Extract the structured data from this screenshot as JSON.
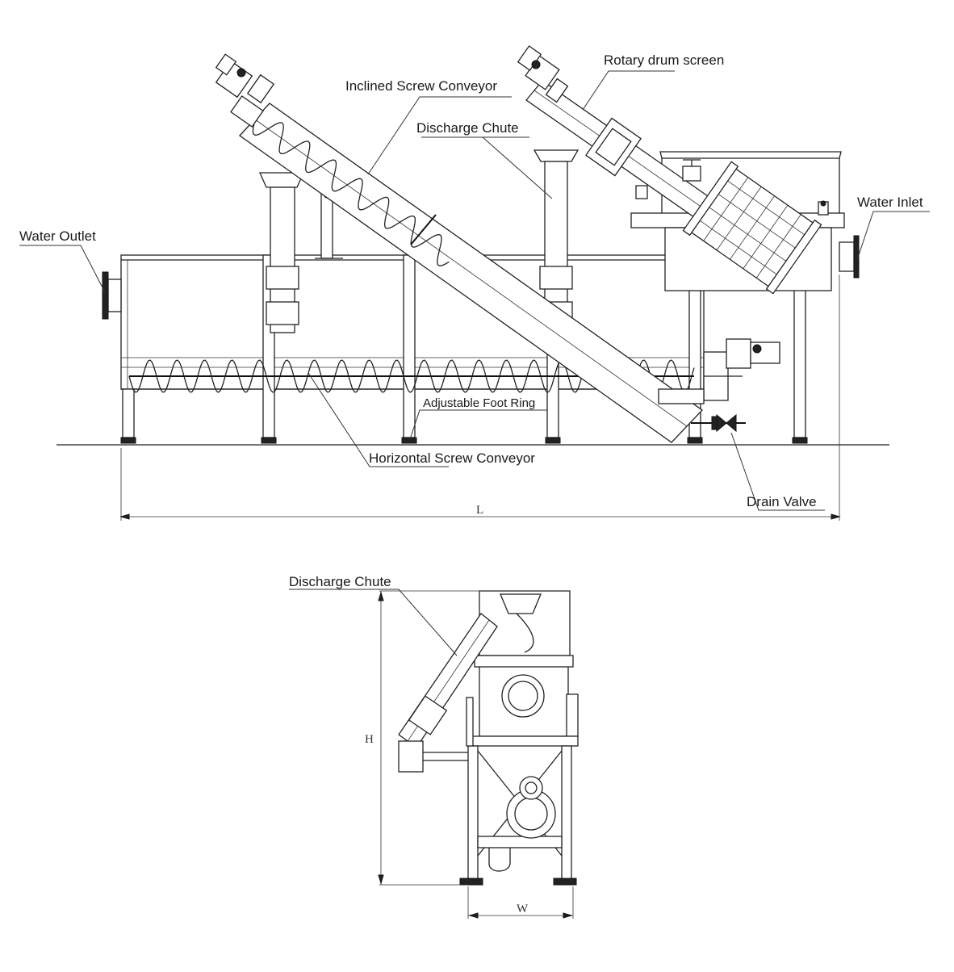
{
  "labels": {
    "rotary_drum_screen": "Rotary drum screen",
    "inclined_screw_conveyor": "Inclined Screw Conveyor",
    "discharge_chute_top": "Discharge Chute",
    "water_inlet": "Water Inlet",
    "water_outlet": "Water Outlet",
    "adjustable_foot_ring": "Adjustable Foot Ring",
    "horizontal_screw_conveyor": "Horizontal Screw Conveyor",
    "drain_valve": "Drain Valve",
    "discharge_chute_bottom": "Discharge Chute"
  },
  "dimensions": {
    "length": "L",
    "height": "H",
    "width": "W"
  }
}
